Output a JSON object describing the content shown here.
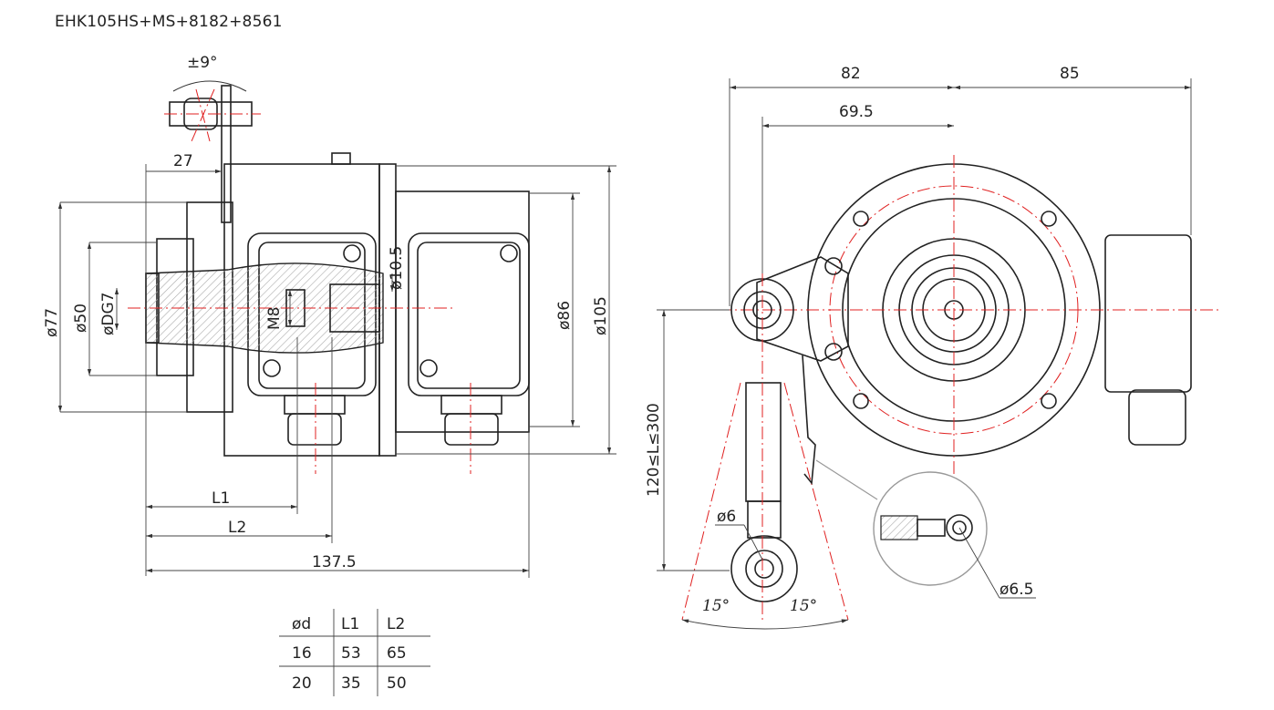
{
  "title": "EHK105HS+MS+8182+8561",
  "left_view": {
    "angle": "±9°",
    "dims": {
      "d27": "27",
      "d77": "ø77",
      "d50": "ø50",
      "dDG7": "øDG7",
      "m8": "M8",
      "d10_5": "ø10.5",
      "d86": "ø86",
      "d105": "ø105",
      "L1": "L1",
      "L2": "L2",
      "d137_5": "137.5"
    }
  },
  "right_view": {
    "dims": {
      "d82": "82",
      "d85": "85",
      "d69_5": "69.5",
      "range": "120≤L≤300",
      "d6": "ø6",
      "d6_5": "ø6.5",
      "a15_left": "15°",
      "a15_right": "15°"
    }
  },
  "table": {
    "headers": [
      "ød",
      "L1",
      "L2"
    ],
    "rows": [
      [
        "16",
        "53",
        "65"
      ],
      [
        "20",
        "35",
        "50"
      ]
    ]
  },
  "colors": {
    "centerline": "#e02020",
    "ink": "#222222",
    "hatch": "#999999"
  }
}
